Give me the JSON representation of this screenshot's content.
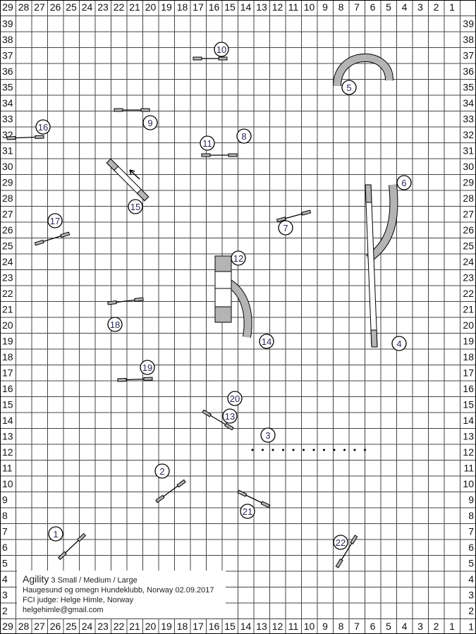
{
  "grid": {
    "column_labels": [
      "29",
      "28",
      "27",
      "26",
      "25",
      "24",
      "23",
      "22",
      "21",
      "20",
      "19",
      "18",
      "17",
      "16",
      "15",
      "14",
      "13",
      "12",
      "11",
      "10",
      "9",
      "8",
      "7",
      "6",
      "5",
      "4",
      "3",
      "2",
      "1"
    ],
    "row_labels": [
      "39",
      "38",
      "37",
      "36",
      "35",
      "34",
      "33",
      "32",
      "31",
      "30",
      "29",
      "28",
      "27",
      "26",
      "25",
      "24",
      "23",
      "22",
      "21",
      "20",
      "19",
      "18",
      "17",
      "16",
      "15",
      "14",
      "13",
      "12",
      "11",
      "10",
      "9",
      "8",
      "7",
      "6",
      "5",
      "4",
      "3",
      "2",
      "1"
    ]
  },
  "obstacles": {
    "jumps": [
      "1",
      "2",
      "7",
      "9",
      "10",
      "11",
      "13",
      "16",
      "17",
      "18",
      "19",
      "21",
      "22"
    ],
    "extra_numbers": [
      "8",
      "20"
    ],
    "weave": "3",
    "dogwalk": "4",
    "tunnels": [
      "5",
      "6",
      "14"
    ],
    "aframe": "12",
    "seesaw": "15"
  },
  "colors": {
    "grid": "#444444",
    "obstacle_fill": "#b4b4b4",
    "number_text": "#2a2a5a"
  },
  "info": {
    "title": "Agility",
    "classes": "3 Small / Medium / Large",
    "club": "Haugesund og omegn Hundeklubb, Norway 02.09.2017",
    "judge": "FCI judge: Helge Himle, Norway",
    "email": "helgehimle@gmail.com"
  }
}
